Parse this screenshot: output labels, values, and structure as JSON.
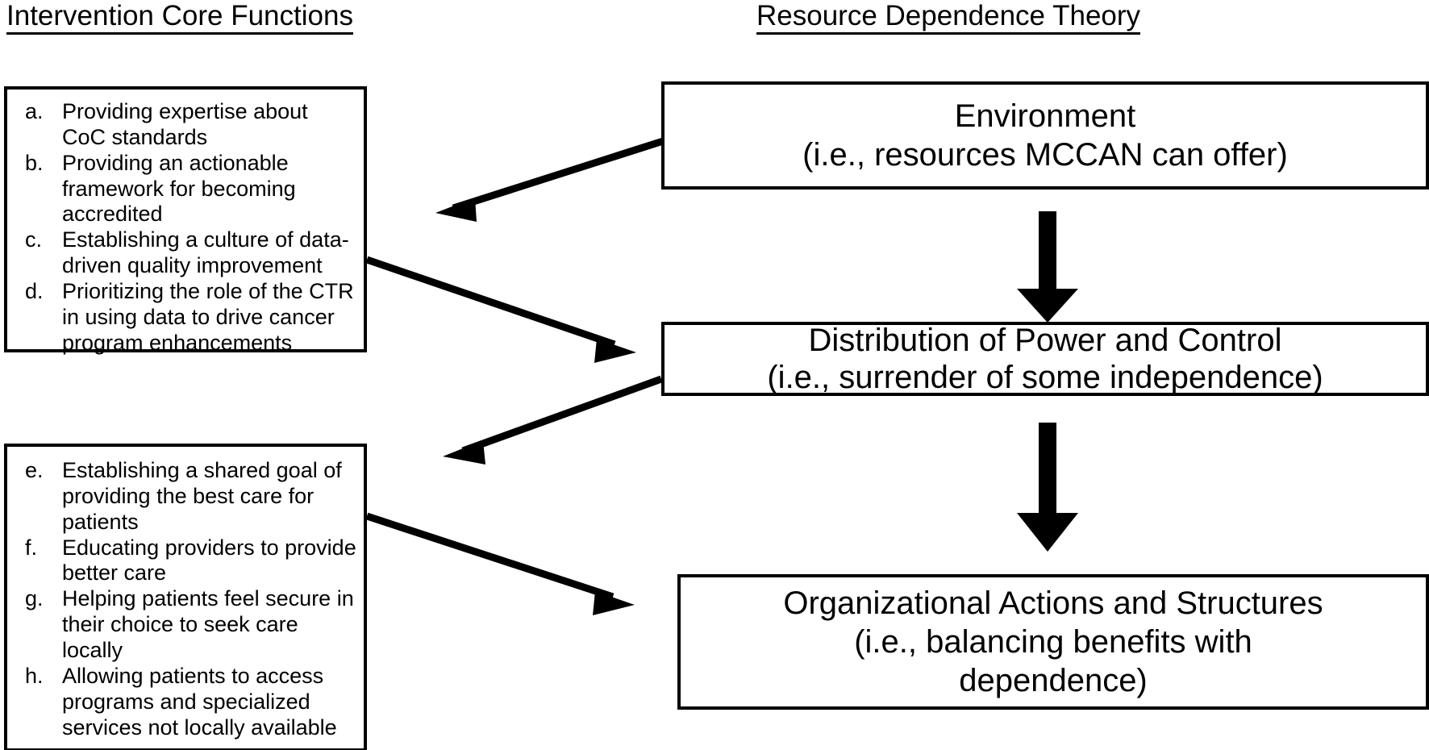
{
  "headings": {
    "left": "Intervention Core Functions",
    "right": "Resource Dependence Theory"
  },
  "left_column": {
    "box_top": {
      "items": [
        {
          "marker": "a.",
          "text": "Providing expertise about CoC standards"
        },
        {
          "marker": "b.",
          "text": "Providing an actionable framework for becoming accredited"
        },
        {
          "marker": "c.",
          "text": "Establishing a culture of data-driven quality improvement"
        },
        {
          "marker": "d.",
          "text": "Prioritizing the role of the CTR in using data to drive cancer program enhancements"
        }
      ]
    },
    "box_bottom": {
      "items": [
        {
          "marker": "e.",
          "text": " Establishing a shared goal of providing the best care for patients"
        },
        {
          "marker": "f.",
          "text": "Educating providers to provide better care"
        },
        {
          "marker": "g.",
          "text": "Helping patients feel secure in their choice to seek care locally"
        },
        {
          "marker": "h.",
          "text": "Allowing patients to access programs and specialized services not locally available"
        }
      ]
    }
  },
  "right_column": {
    "boxes": [
      {
        "id": "environment",
        "line1": "Environment",
        "line2": "(i.e., resources MCCAN can offer)"
      },
      {
        "id": "power",
        "line1": "Distribution of Power and Control",
        "line2": "(i.e., surrender of some independence)"
      },
      {
        "id": "actions",
        "line1": "Organizational Actions and Structures",
        "line2": "(i.e., balancing benefits with",
        "line3": "dependence)"
      }
    ]
  },
  "connectors": {
    "vertical": [
      {
        "name": "environment-to-power"
      },
      {
        "name": "power-to-actions"
      }
    ],
    "diagonal": [
      {
        "name": "environment-to-core-functions-top"
      },
      {
        "name": "core-functions-top-to-power"
      },
      {
        "name": "power-to-core-functions-bottom"
      },
      {
        "name": "core-functions-bottom-to-actions"
      }
    ]
  },
  "colors": {
    "stroke": "#000000",
    "background": "#ffffff"
  }
}
